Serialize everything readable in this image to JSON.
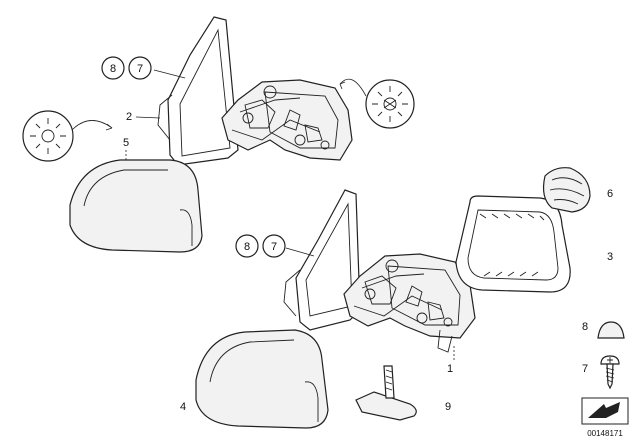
{
  "callouts": {
    "upper_8": "8",
    "upper_7": "7",
    "upper_2": "2",
    "upper_5": "5",
    "lower_8": "8",
    "lower_7": "7",
    "lower_1": "1",
    "lower_4": "4",
    "right_6": "6",
    "right_3": "3",
    "right_8": "8",
    "right_7": "7",
    "right_9": "9"
  },
  "doc_id": "00148171"
}
